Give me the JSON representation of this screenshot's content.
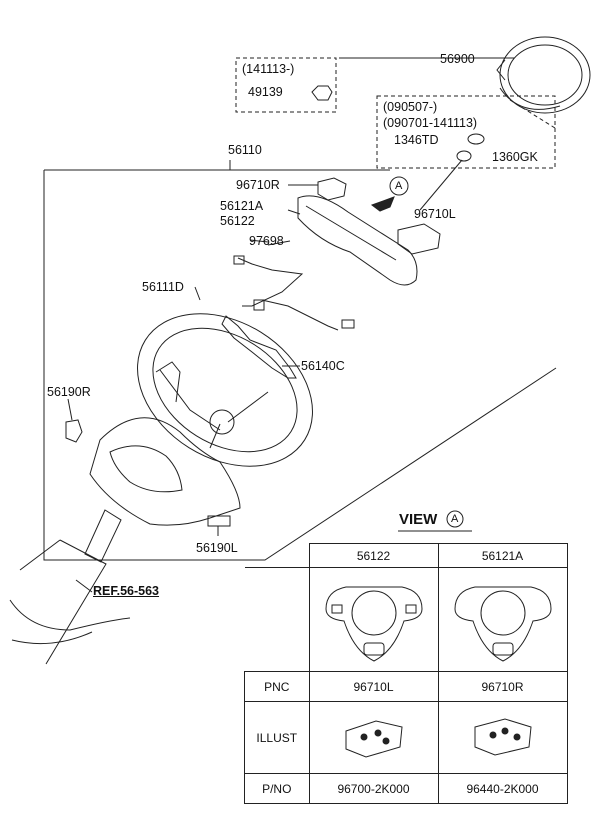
{
  "labels": {
    "box1_range": "(141113-)",
    "p49139": "49139",
    "p56900": "56900",
    "box2_range1": "(090507-)",
    "box2_range2": "(090701-141113)",
    "p1346TD": "1346TD",
    "p1360GK": "1360GK",
    "p56110": "56110",
    "p96710R": "96710R",
    "p56121A": "56121A",
    "p56122": "56122",
    "p96710L": "96710L",
    "p97698": "97698",
    "p56111D": "56111D",
    "p56140C": "56140C",
    "p56190R": "56190R",
    "p56190L": "56190L",
    "ref": "REF.56-563",
    "callout_a": "A"
  },
  "view": {
    "title": "VIEW",
    "circle": "A"
  },
  "table": {
    "header": [
      "56122",
      "56121A"
    ],
    "rows": [
      {
        "label": "PNC",
        "values": [
          "96710L",
          "96710R"
        ]
      },
      {
        "label": "ILLUST",
        "values": [
          "",
          ""
        ]
      },
      {
        "label": "P/NO",
        "values": [
          "96700-2K000",
          "96440-2K000"
        ]
      }
    ]
  }
}
